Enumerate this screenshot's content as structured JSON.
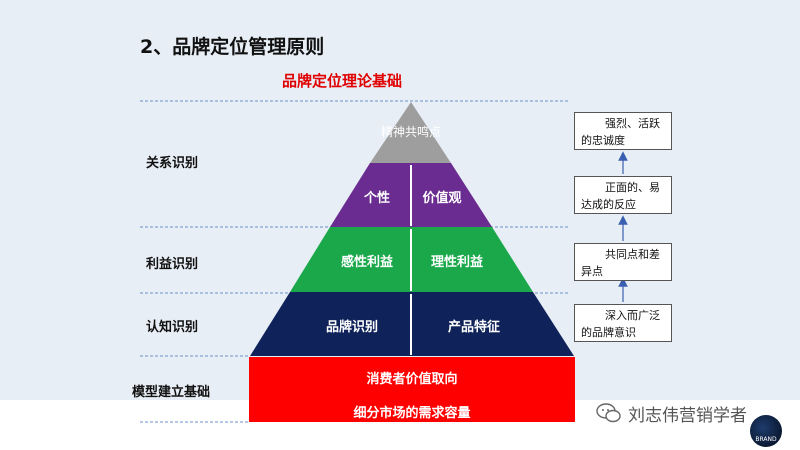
{
  "slide": {
    "heading": "2、品牌定位管理原则",
    "subtitle": "品牌定位理论基础"
  },
  "left_labels": {
    "relationship": "关系识别",
    "benefit": "利益识别",
    "cognition": "认知识别",
    "foundation": "模型建立基础"
  },
  "pyramid": {
    "top": "精神共鸣点",
    "personality": "个性",
    "values": "价值观",
    "emotional_benefit": "感性利益",
    "rational_benefit": "理性利益",
    "brand_identity": "品牌识别",
    "product_features": "产品特征",
    "base_line1": "消费者价值取向",
    "base_line2": "细分市场的需求容量"
  },
  "right_boxes": [
    {
      "line1": "强烈、活跃",
      "line2": "的忠诚度"
    },
    {
      "line1": "正面的、易",
      "line2": "达成的反应"
    },
    {
      "line1": "共同点和差",
      "line2": "异点"
    },
    {
      "line1": "深入而广泛",
      "line2": "的品牌意识"
    }
  ],
  "watermark": {
    "text": "刘志伟营销学者",
    "icon": "wechat-icon"
  },
  "avatar_text": "BRAND",
  "colors": {
    "top": "#9e9e9e",
    "tier2": "#6a2c91",
    "tier3": "#1aa84a",
    "tier4": "#10225a",
    "base": "#ff0000",
    "subtitle": "#e00000",
    "arrow": "#3a5fb0"
  }
}
